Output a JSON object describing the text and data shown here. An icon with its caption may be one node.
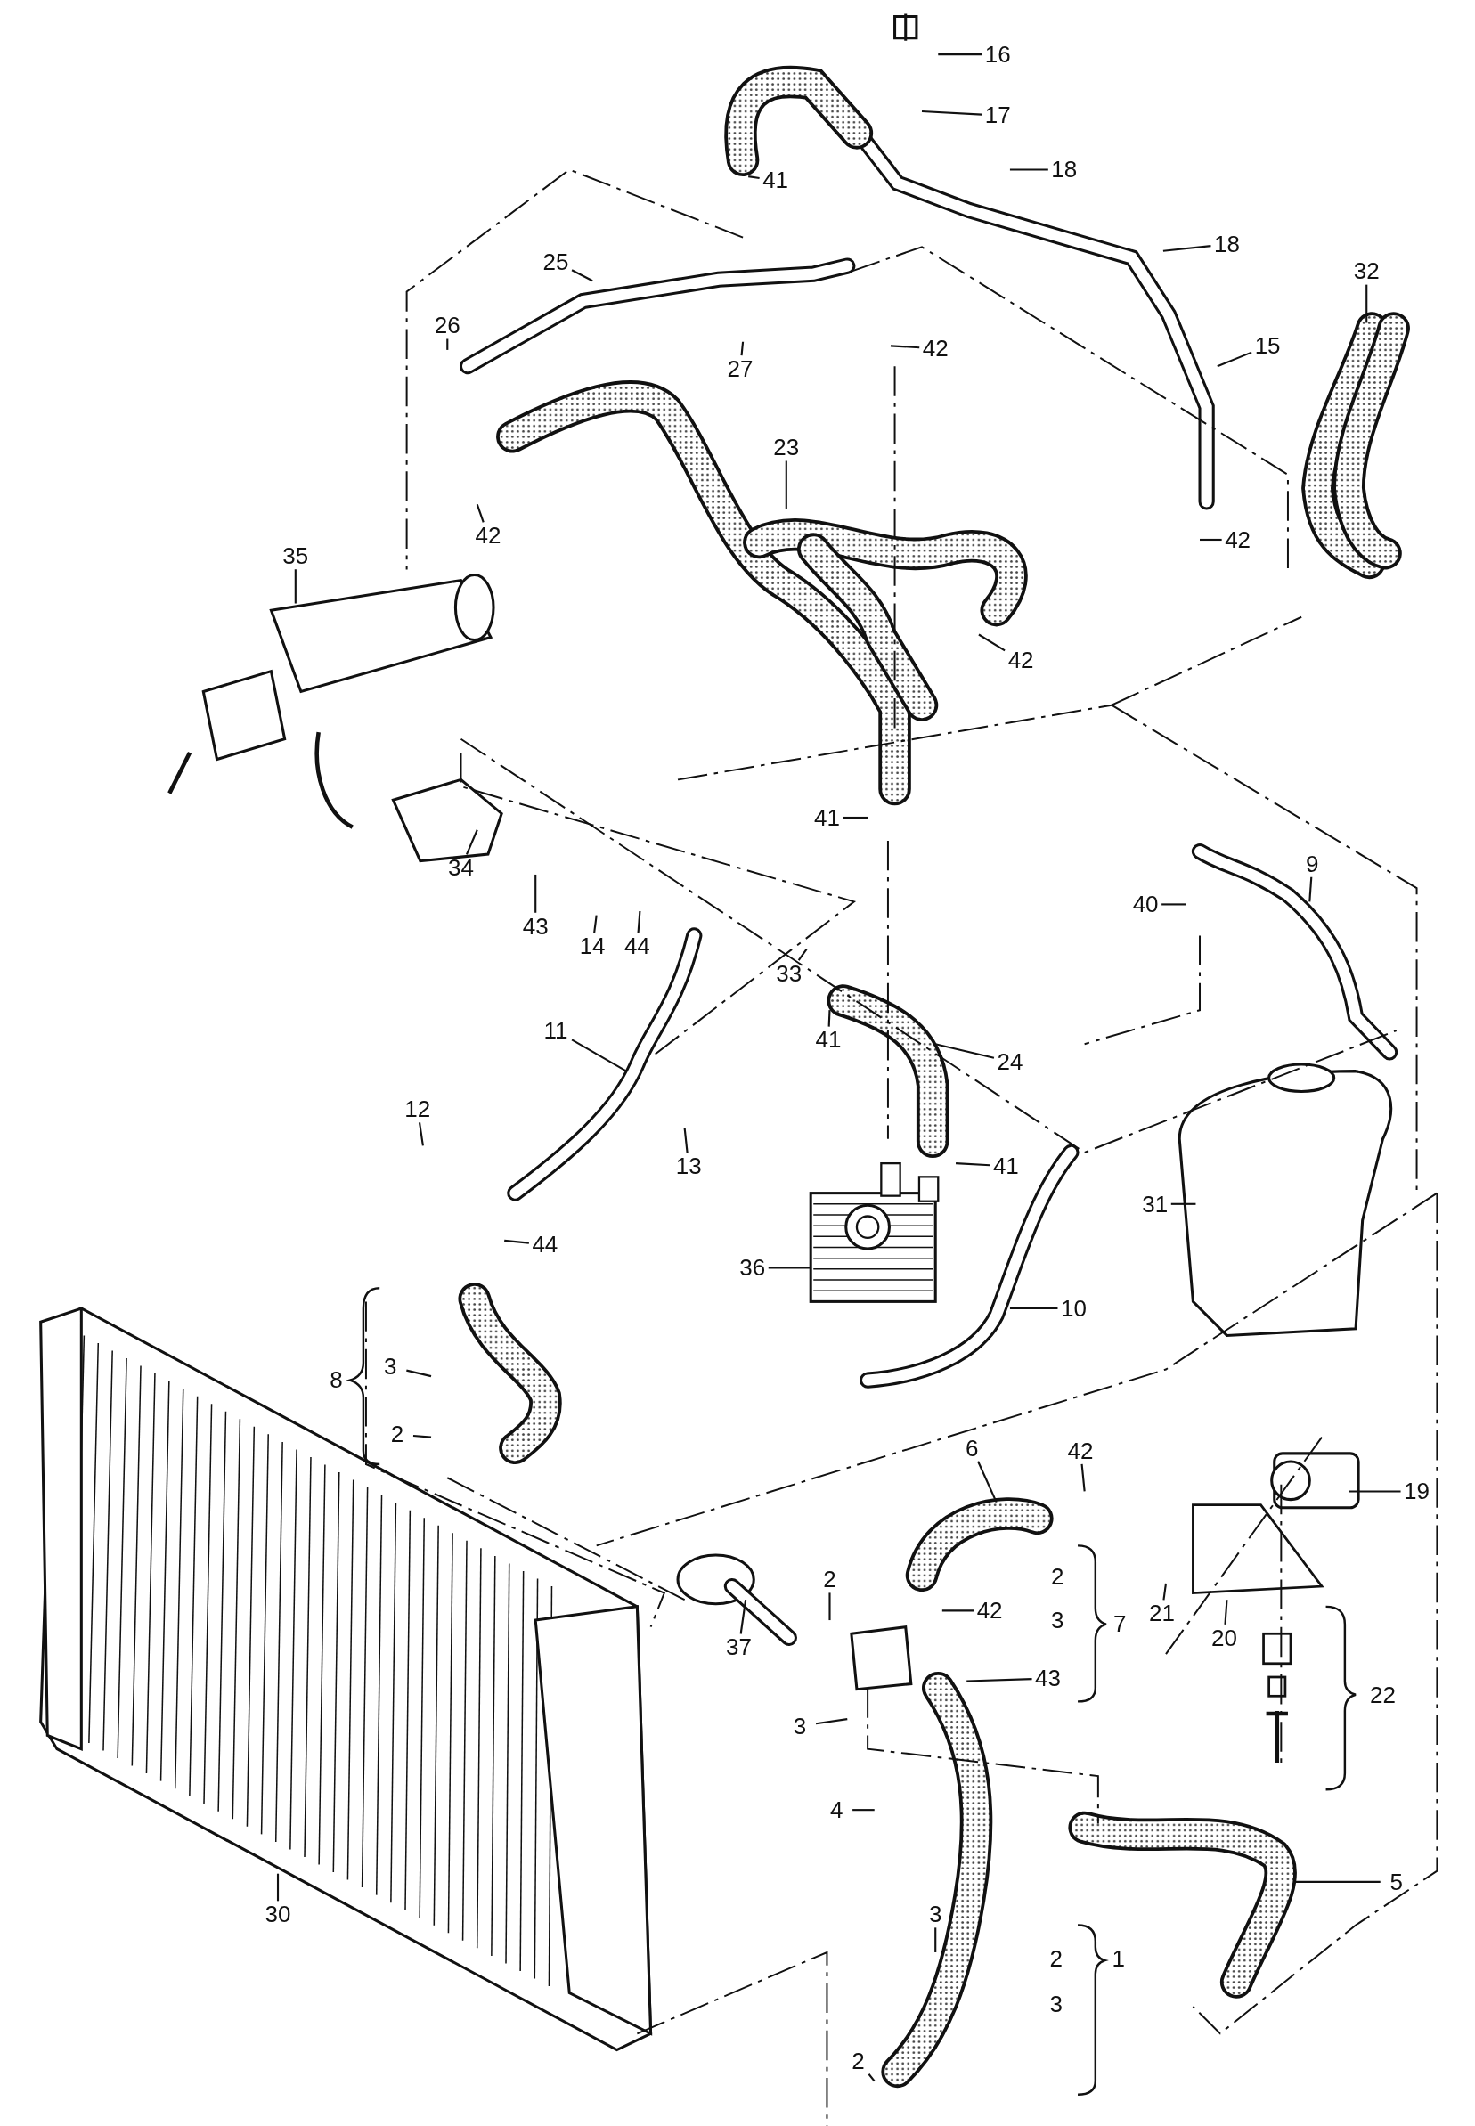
{
  "diagram": {
    "nodes": [
      {
        "text": [
          "16"
        ]
      },
      {
        "text": [
          "17"
        ]
      },
      {
        "text": [
          "41"
        ]
      },
      {
        "text": [
          "18"
        ]
      },
      {
        "text": [
          "32"
        ]
      },
      {
        "text": [
          "25"
        ]
      },
      {
        "text": [
          "18"
        ]
      },
      {
        "text": [
          "26"
        ]
      },
      {
        "text": [
          "15"
        ]
      },
      {
        "text": [
          "42"
        ]
      },
      {
        "text": [
          "27"
        ]
      },
      {
        "text": [
          "23"
        ]
      },
      {
        "text": [
          "42"
        ]
      },
      {
        "text": [
          "42"
        ]
      },
      {
        "text": [
          "35"
        ]
      },
      {
        "text": [
          "42"
        ]
      },
      {
        "text": [
          "41"
        ]
      },
      {
        "text": [
          "34"
        ]
      },
      {
        "text": [
          "9"
        ]
      },
      {
        "text": [
          "40"
        ]
      },
      {
        "text": [
          "43"
        ]
      },
      {
        "text": [
          "14"
        ]
      },
      {
        "text": [
          "44"
        ]
      },
      {
        "text": [
          "33"
        ]
      },
      {
        "text": [
          "41"
        ]
      },
      {
        "text": [
          "24"
        ]
      },
      {
        "text": [
          "11"
        ]
      },
      {
        "text": [
          "12"
        ]
      },
      {
        "text": [
          "13"
        ]
      },
      {
        "text": [
          "41"
        ]
      },
      {
        "text": [
          "31"
        ]
      },
      {
        "text": [
          "44"
        ]
      },
      {
        "text": [
          "36"
        ]
      },
      {
        "text": [
          "10"
        ]
      },
      {
        "text": [
          "3"
        ]
      },
      {
        "text": [
          "2"
        ]
      },
      {
        "text": [
          "6"
        ]
      },
      {
        "text": [
          "42"
        ]
      },
      {
        "text": [
          "19"
        ]
      },
      {
        "text": [
          "2"
        ]
      },
      {
        "text": [
          "42"
        ]
      },
      {
        "text": [
          "21"
        ]
      },
      {
        "text": [
          "20"
        ]
      },
      {
        "text": [
          "37"
        ]
      },
      {
        "text": [
          "43"
        ]
      },
      {
        "text": [
          "3"
        ]
      },
      {
        "text": [
          "4"
        ]
      },
      {
        "text": [
          "30"
        ]
      },
      {
        "text": [
          "5"
        ]
      },
      {
        "text": [
          "3"
        ]
      },
      {
        "text": [
          "2"
        ]
      }
    ],
    "edges": [
      {
        "from": 0,
        "to": null,
        "arrow": "none"
      },
      {
        "from": 1,
        "to": null,
        "arrow": "none"
      },
      {
        "from": 2,
        "to": null,
        "arrow": "none"
      },
      {
        "from": 3,
        "to": null,
        "arrow": "none"
      },
      {
        "from": 4,
        "to": null,
        "arrow": "none"
      },
      {
        "from": 5,
        "to": null,
        "arrow": "none"
      },
      {
        "from": 6,
        "to": null,
        "arrow": "none"
      },
      {
        "from": 7,
        "to": null,
        "arrow": "none"
      },
      {
        "from": 8,
        "to": null,
        "arrow": "none"
      },
      {
        "from": 9,
        "to": null,
        "arrow": "none"
      },
      {
        "from": 10,
        "to": null,
        "arrow": "none"
      },
      {
        "from": 11,
        "to": null,
        "arrow": "none"
      },
      {
        "from": 12,
        "to": null,
        "arrow": "none"
      },
      {
        "from": 13,
        "to": null,
        "arrow": "none"
      },
      {
        "from": 14,
        "to": null,
        "arrow": "none"
      },
      {
        "from": 15,
        "to": null,
        "arrow": "none"
      },
      {
        "from": 16,
        "to": null,
        "arrow": "none"
      },
      {
        "from": 17,
        "to": null,
        "arrow": "none"
      },
      {
        "from": 18,
        "to": null,
        "arrow": "none"
      },
      {
        "from": 19,
        "to": null,
        "arrow": "none"
      },
      {
        "from": 20,
        "to": null,
        "arrow": "none"
      },
      {
        "from": 21,
        "to": null,
        "arrow": "none"
      },
      {
        "from": 22,
        "to": null,
        "arrow": "none"
      },
      {
        "from": 23,
        "to": null,
        "arrow": "none"
      },
      {
        "from": 24,
        "to": null,
        "arrow": "none"
      },
      {
        "from": 25,
        "to": null,
        "arrow": "none"
      },
      {
        "from": 26,
        "to": null,
        "arrow": "none"
      },
      {
        "from": 27,
        "to": null,
        "arrow": "none"
      },
      {
        "from": 28,
        "to": null,
        "arrow": "none"
      },
      {
        "from": 29,
        "to": null,
        "arrow": "none"
      },
      {
        "from": 30,
        "to": null,
        "arrow": "none"
      },
      {
        "from": 31,
        "to": null,
        "arrow": "none"
      },
      {
        "from": 32,
        "to": null,
        "arrow": "none"
      },
      {
        "from": 33,
        "to": null,
        "arrow": "none"
      },
      {
        "from": 34,
        "to": null,
        "arrow": "none"
      },
      {
        "from": 35,
        "to": null,
        "arrow": "none"
      },
      {
        "from": 36,
        "to": null,
        "arrow": "none"
      },
      {
        "from": 37,
        "to": null,
        "arrow": "none"
      },
      {
        "from": 38,
        "to": null,
        "arrow": "none"
      },
      {
        "from": 39,
        "to": null,
        "arrow": "none"
      },
      {
        "from": 40,
        "to": null,
        "arrow": "none"
      },
      {
        "from": 41,
        "to": null,
        "arrow": "none"
      },
      {
        "from": 42,
        "to": null,
        "arrow": "none"
      },
      {
        "from": 43,
        "to": null,
        "arrow": "none"
      },
      {
        "from": 44,
        "to": null,
        "arrow": "none"
      },
      {
        "from": 45,
        "to": null,
        "arrow": "none"
      },
      {
        "from": 46,
        "to": null,
        "arrow": "none"
      },
      {
        "from": 47,
        "to": null,
        "arrow": "none"
      },
      {
        "from": 48,
        "to": null,
        "arrow": "none"
      },
      {
        "from": 49,
        "to": null,
        "arrow": "none"
      },
      {
        "from": 50,
        "to": null,
        "arrow": "none"
      }
    ],
    "labels": [
      "8",
      "2",
      "7",
      "3",
      "22",
      "2",
      "1",
      "3"
    ]
  }
}
